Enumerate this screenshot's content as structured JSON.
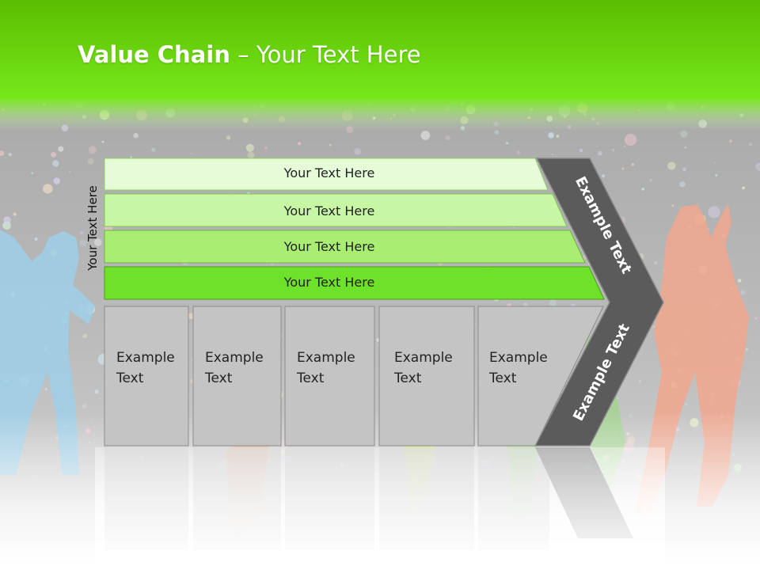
{
  "slide": {
    "title_bold": "Value Chain",
    "title_sep": " – ",
    "title_rest": "Your Text Here",
    "vertical_label": "Your Text  Here",
    "bars": [
      {
        "label": "Your Text Here",
        "color": "#e6fbd8"
      },
      {
        "label": "Your Text Here",
        "color": "#c7f6a4"
      },
      {
        "label": "Your Text Here",
        "color": "#a9ee72"
      },
      {
        "label": "Your Text Here",
        "color": "#6ee22a"
      }
    ],
    "columns": [
      {
        "label": "Example\nText"
      },
      {
        "label": "Example\nText"
      },
      {
        "label": "Example\nText"
      },
      {
        "label": "Example\nText"
      },
      {
        "label": "Example\nText"
      }
    ],
    "chevron_top": "Example Text",
    "chevron_bottom": "Example Text",
    "colors": {
      "header_green": "#6de21c",
      "chevron_gray": "#5b5b5b",
      "column_gray": "#c4c4c4"
    }
  }
}
